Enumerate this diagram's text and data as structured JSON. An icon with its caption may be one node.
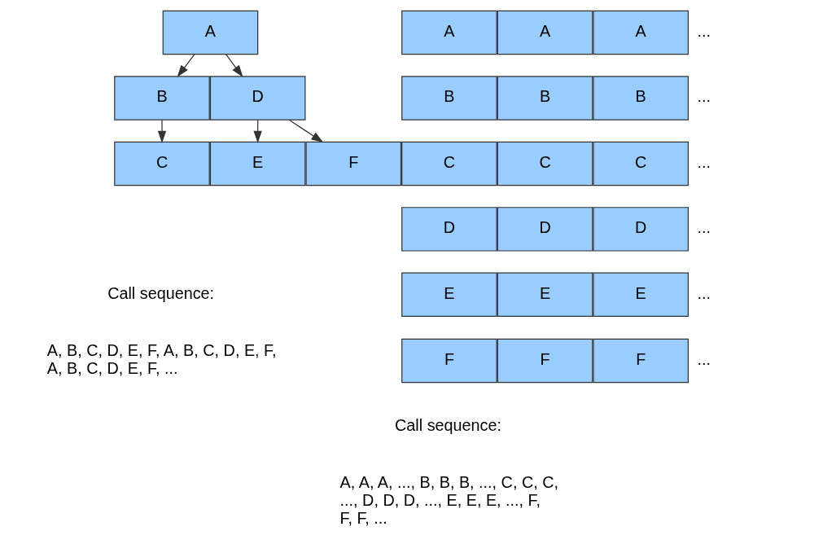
{
  "diagram": {
    "nodes": [
      {
        "text": [
          "A"
        ]
      },
      {
        "text": [
          "B"
        ]
      },
      {
        "text": [
          "C"
        ]
      },
      {
        "text": [
          "D"
        ]
      },
      {
        "text": [
          "E"
        ]
      },
      {
        "text": [
          "F"
        ]
      },
      {
        "text": [
          "A"
        ]
      },
      {
        "text": [
          "A"
        ]
      },
      {
        "text": [
          "A"
        ]
      },
      {
        "text": [
          "B"
        ]
      },
      {
        "text": [
          "B"
        ]
      },
      {
        "text": [
          "B"
        ]
      },
      {
        "text": [
          "C"
        ]
      },
      {
        "text": [
          "C"
        ]
      },
      {
        "text": [
          "C"
        ]
      },
      {
        "text": [
          "D"
        ]
      },
      {
        "text": [
          "D"
        ]
      },
      {
        "text": [
          "D"
        ]
      },
      {
        "text": [
          "E"
        ]
      },
      {
        "text": [
          "E"
        ]
      },
      {
        "text": [
          "E"
        ]
      },
      {
        "text": [
          "F"
        ]
      },
      {
        "text": [
          "F"
        ]
      },
      {
        "text": [
          "F"
        ]
      }
    ],
    "edges": [
      {
        "from": 0,
        "to": 1,
        "arrow": "to"
      },
      {
        "from": 0,
        "to": 3,
        "arrow": "to"
      },
      {
        "from": 1,
        "to": 2,
        "arrow": "to"
      },
      {
        "from": 3,
        "to": 4,
        "arrow": "to"
      },
      {
        "from": 3,
        "to": 5,
        "arrow": "to"
      }
    ],
    "labels": [
      "...",
      "...",
      "...",
      "...",
      "...",
      "...",
      "Call sequence:",
      "A, B, C, D, E, F, A, B, C, D, E, F, A, B, C, D, E, F, ...",
      "Call sequence:",
      "A, A, A, ..., B, B, B, ..., C, C, C, ..., D, D, D, ..., E, E, E, ..., F, F, F, ..."
    ]
  }
}
